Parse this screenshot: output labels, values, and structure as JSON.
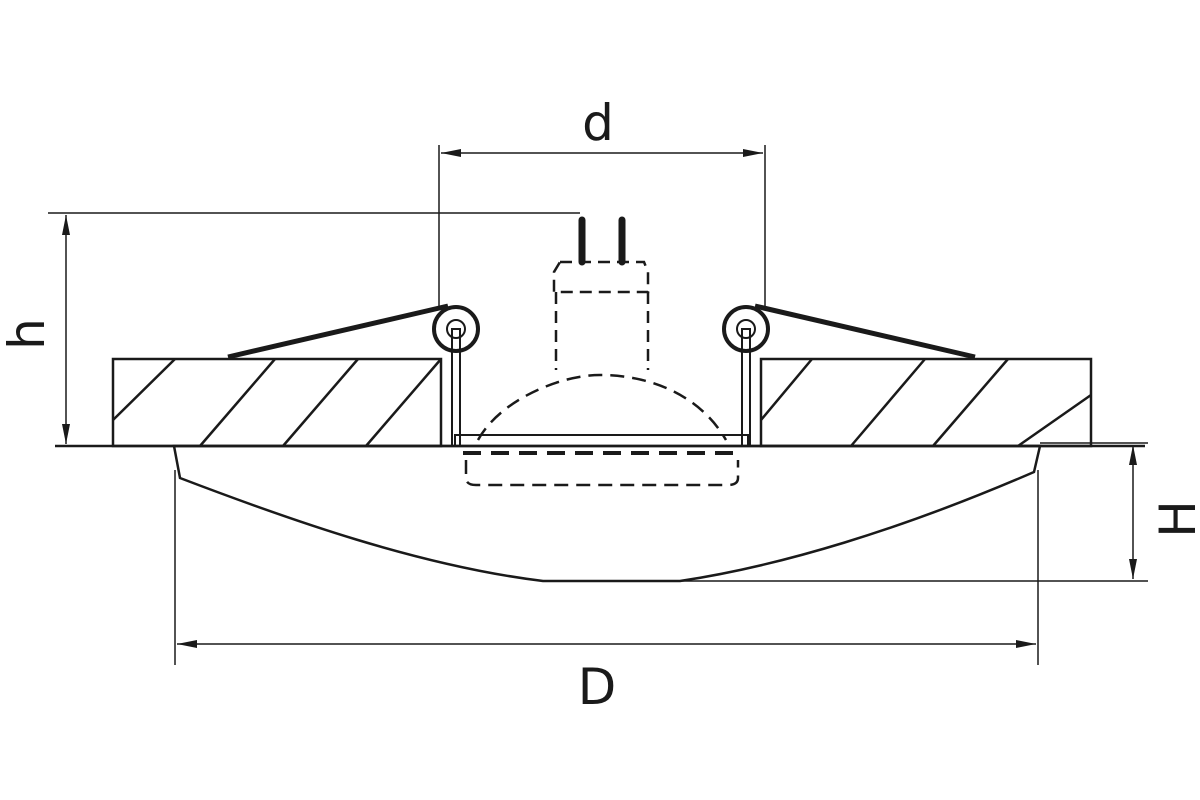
{
  "diagram": {
    "labels": {
      "d": "d",
      "h": "h",
      "H": "H",
      "D": "D"
    },
    "colors": {
      "line": "#1a1a1a",
      "background": "#ffffff"
    }
  }
}
